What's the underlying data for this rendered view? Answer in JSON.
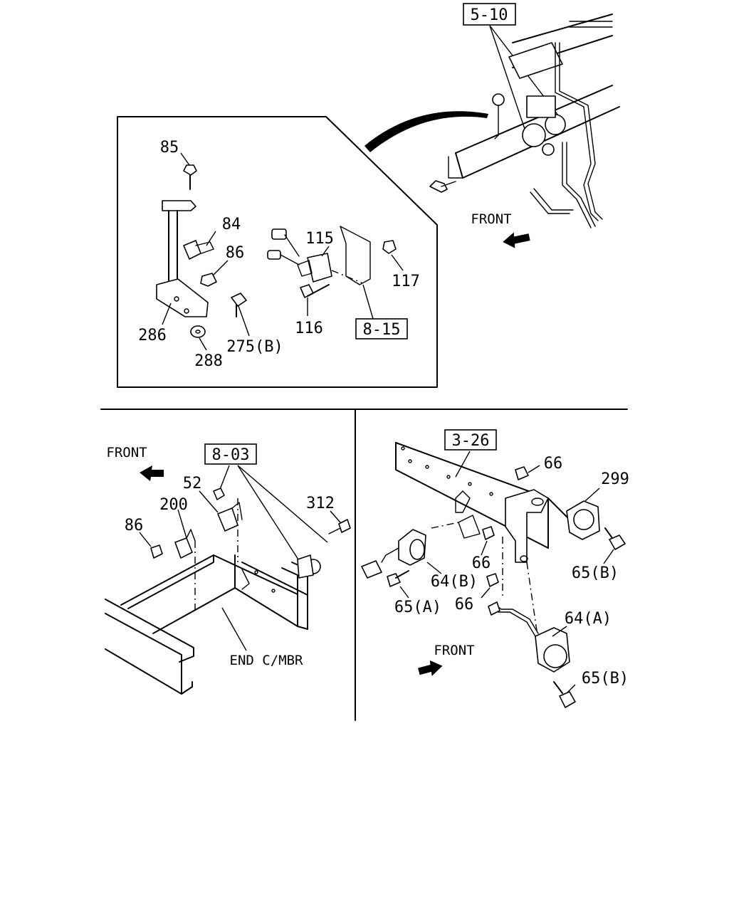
{
  "top_panel": {
    "ref_box": "5-10",
    "front_label": "FRONT"
  },
  "inset_panel": {
    "labels": {
      "p85": "85",
      "p84": "84",
      "p86": "86",
      "p286": "286",
      "p288": "288",
      "p275b": "275(B)",
      "p115": "115",
      "p117": "117",
      "p116": "116"
    },
    "ref_box": "8-15"
  },
  "left_panel": {
    "front_label": "FRONT",
    "ref_box": "8-03",
    "labels": {
      "p52": "52",
      "p200": "200",
      "p86": "86",
      "p312": "312"
    },
    "end_member_label": "END C/MBR"
  },
  "right_panel": {
    "ref_box": "3-26",
    "front_label": "FRONT",
    "labels": {
      "p66_top": "66",
      "p299": "299",
      "p66_mid": "66",
      "p64b": "64(B)",
      "p65b_top": "65(B)",
      "p65a": "65(A)",
      "p66_low": "66",
      "p64a": "64(A)",
      "p65b_bottom": "65(B)"
    }
  }
}
